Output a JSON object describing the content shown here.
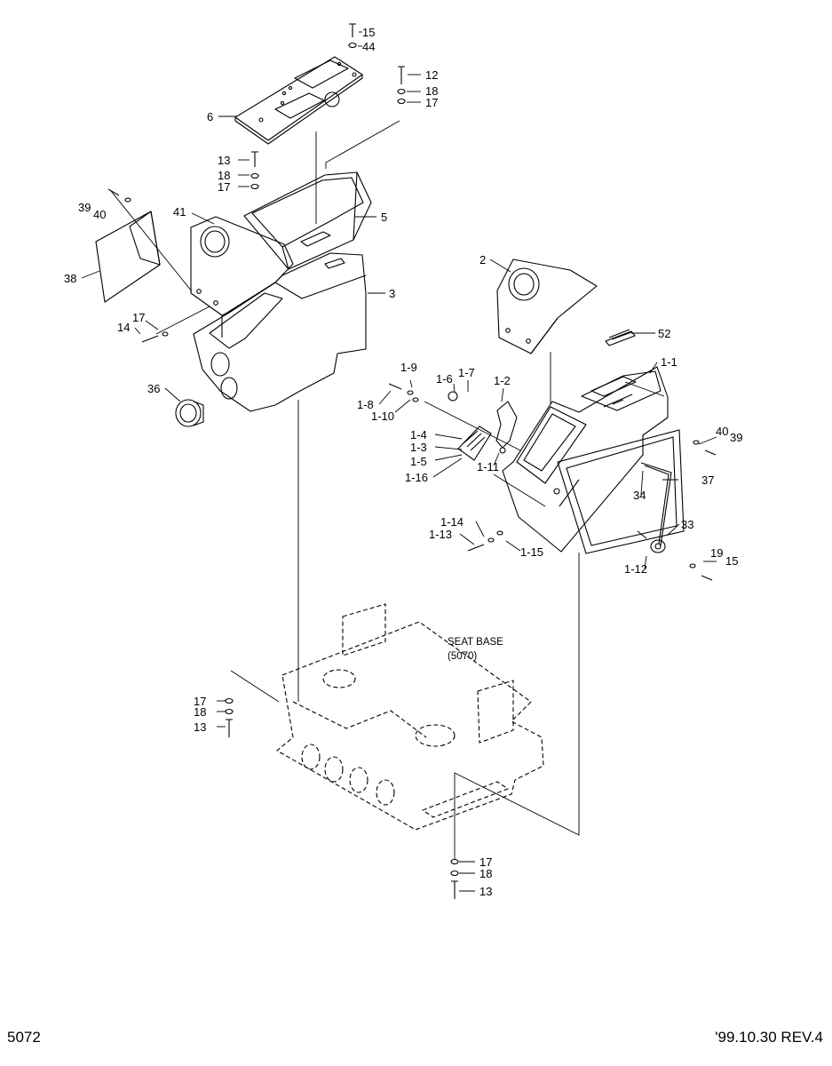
{
  "page_number": "5072",
  "revision": "'99.10.30 REV.4",
  "seat_base": {
    "label": "SEAT BASE",
    "ref": "(5070)"
  },
  "callouts": [
    {
      "id": "c15a",
      "text": "15"
    },
    {
      "id": "c44",
      "text": "44"
    },
    {
      "id": "c12",
      "text": "12"
    },
    {
      "id": "c18a",
      "text": "18"
    },
    {
      "id": "c17a",
      "text": "17"
    },
    {
      "id": "c6",
      "text": "6"
    },
    {
      "id": "c13a",
      "text": "13"
    },
    {
      "id": "c18b",
      "text": "18"
    },
    {
      "id": "c17b",
      "text": "17"
    },
    {
      "id": "c39a",
      "text": "39"
    },
    {
      "id": "c40a",
      "text": "40"
    },
    {
      "id": "c41",
      "text": "41"
    },
    {
      "id": "c5",
      "text": "5"
    },
    {
      "id": "c38",
      "text": "38"
    },
    {
      "id": "c3",
      "text": "3"
    },
    {
      "id": "c17c",
      "text": "17"
    },
    {
      "id": "c14",
      "text": "14"
    },
    {
      "id": "c36",
      "text": "36"
    },
    {
      "id": "c2",
      "text": "2"
    },
    {
      "id": "c52",
      "text": "52"
    },
    {
      "id": "c1-1",
      "text": "1-1"
    },
    {
      "id": "c1-9",
      "text": "1-9"
    },
    {
      "id": "c1-6",
      "text": "1-6"
    },
    {
      "id": "c1-7",
      "text": "1-7"
    },
    {
      "id": "c1-2",
      "text": "1-2"
    },
    {
      "id": "c1-8",
      "text": "1-8"
    },
    {
      "id": "c1-10",
      "text": "1-10"
    },
    {
      "id": "c1-4",
      "text": "1-4"
    },
    {
      "id": "c1-3",
      "text": "1-3"
    },
    {
      "id": "c1-5",
      "text": "1-5"
    },
    {
      "id": "c1-11",
      "text": "1-11"
    },
    {
      "id": "c1-16",
      "text": "1-16"
    },
    {
      "id": "c40b",
      "text": "40"
    },
    {
      "id": "c39b",
      "text": "39"
    },
    {
      "id": "c34",
      "text": "34"
    },
    {
      "id": "c37",
      "text": "37"
    },
    {
      "id": "c33",
      "text": "33"
    },
    {
      "id": "c1-14",
      "text": "1-14"
    },
    {
      "id": "c1-13",
      "text": "1-13"
    },
    {
      "id": "c1-15",
      "text": "1-15"
    },
    {
      "id": "c1-12",
      "text": "1-12"
    },
    {
      "id": "c19",
      "text": "19"
    },
    {
      "id": "c15b",
      "text": "15"
    },
    {
      "id": "c17d",
      "text": "17"
    },
    {
      "id": "c18c",
      "text": "18"
    },
    {
      "id": "c13b",
      "text": "13"
    },
    {
      "id": "c17e",
      "text": "17"
    },
    {
      "id": "c18d",
      "text": "18"
    },
    {
      "id": "c13c",
      "text": "13"
    }
  ]
}
